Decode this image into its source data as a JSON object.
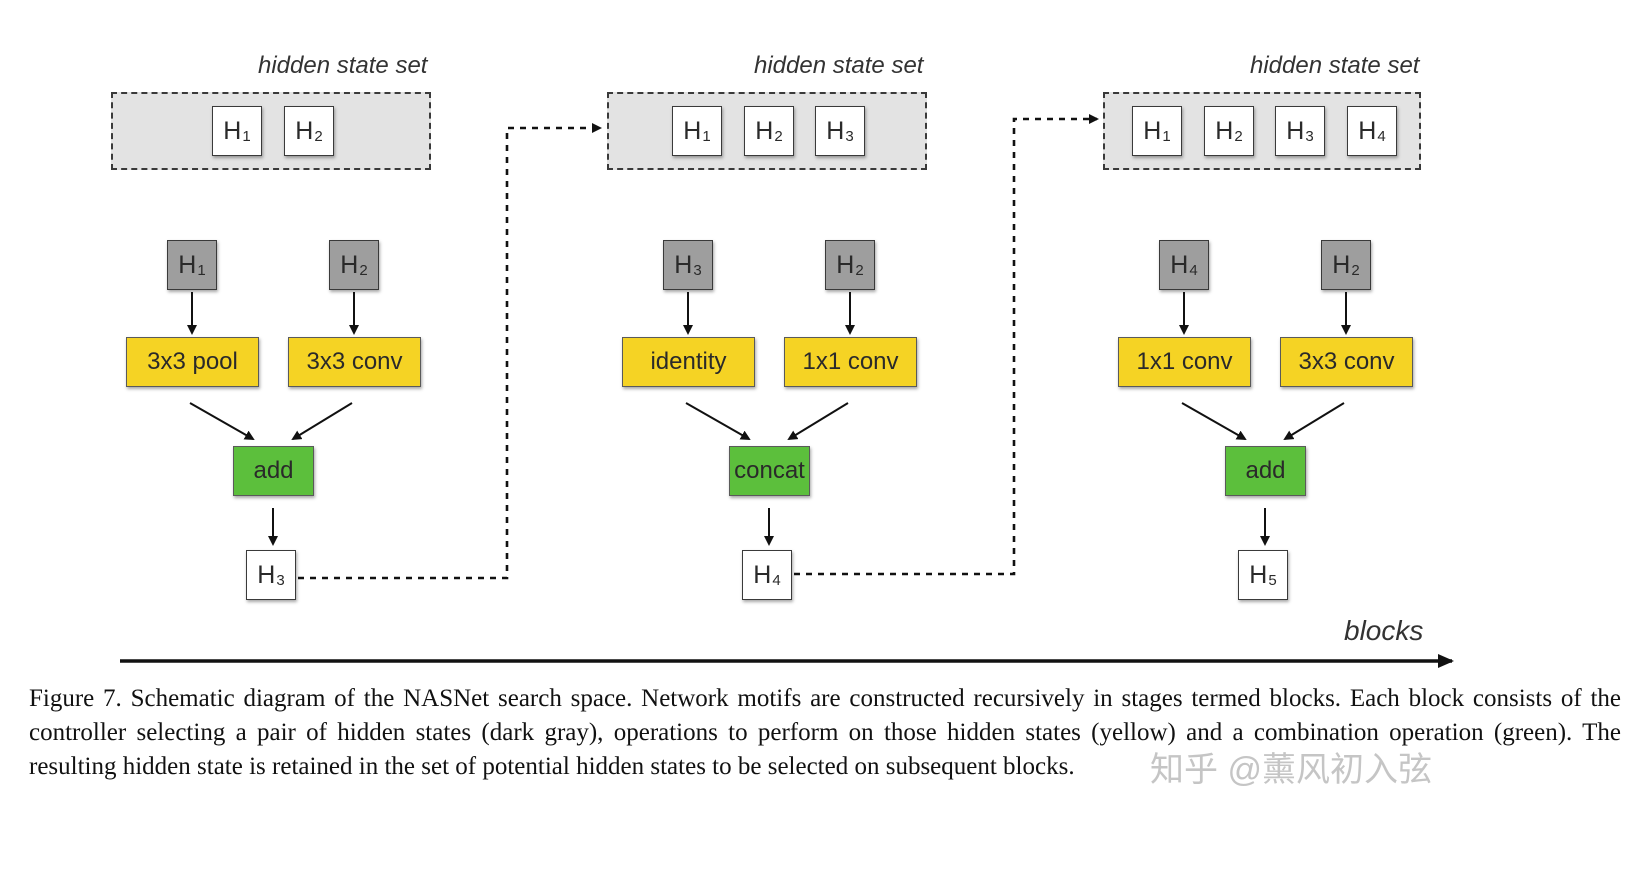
{
  "stages": [
    {
      "set_label": "hidden state set",
      "set_items": [
        {
          "h": "H",
          "n": "1"
        },
        {
          "h": "H",
          "n": "2"
        }
      ],
      "inputs": [
        {
          "h": "H",
          "n": "1"
        },
        {
          "h": "H",
          "n": "2"
        }
      ],
      "ops": [
        "3x3 pool",
        "3x3 conv"
      ],
      "combine": "add",
      "output": {
        "h": "H",
        "n": "3"
      }
    },
    {
      "set_label": "hidden state set",
      "set_items": [
        {
          "h": "H",
          "n": "1"
        },
        {
          "h": "H",
          "n": "2"
        },
        {
          "h": "H",
          "n": "3"
        }
      ],
      "inputs": [
        {
          "h": "H",
          "n": "3"
        },
        {
          "h": "H",
          "n": "2"
        }
      ],
      "ops": [
        "identity",
        "1x1 conv"
      ],
      "combine": "concat",
      "output": {
        "h": "H",
        "n": "4"
      }
    },
    {
      "set_label": "hidden state set",
      "set_items": [
        {
          "h": "H",
          "n": "1"
        },
        {
          "h": "H",
          "n": "2"
        },
        {
          "h": "H",
          "n": "3"
        },
        {
          "h": "H",
          "n": "4"
        }
      ],
      "inputs": [
        {
          "h": "H",
          "n": "4"
        },
        {
          "h": "H",
          "n": "2"
        }
      ],
      "ops": [
        "1x1 conv",
        "3x3 conv"
      ],
      "combine": "add",
      "output": {
        "h": "H",
        "n": "5"
      }
    }
  ],
  "axis_label": "blocks",
  "caption": "Figure 7. Schematic diagram of the NASNet search space.  Network motifs are constructed recursively in stages termed blocks.  Each block consists of the controller selecting a pair of hidden states (dark gray), operations to perform on those hidden states (yellow) and a combination operation (green).  The resulting hidden state is retained in the set of potential hidden states to be selected on subsequent blocks.",
  "watermark": "知乎 @薰风初入弦",
  "colors": {
    "set_background": "#e3e3e3",
    "selected_state": "#9e9e9e",
    "operation": "#f5d324",
    "combination": "#5cbf3c"
  }
}
